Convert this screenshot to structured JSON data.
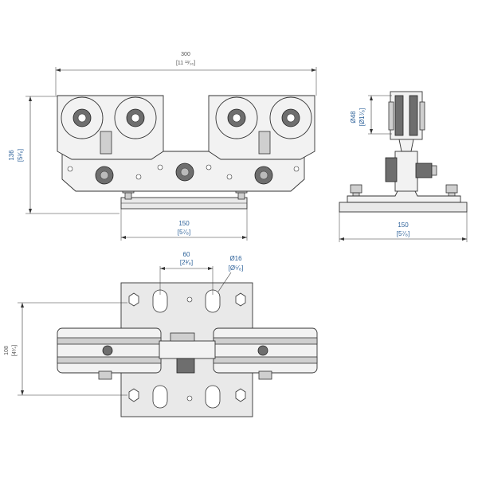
{
  "dimensions": {
    "front_width": {
      "mm": "300",
      "in": "[11 ¹³⁄₁₆]"
    },
    "front_height": {
      "mm": "136",
      "in": "[5³⁄₈]"
    },
    "front_plate_width": {
      "mm": "150",
      "in": "[5⁷⁄₈]"
    },
    "side_wheel_dia": {
      "mm": "Ø48",
      "in": "[Ø1⁷⁄₈]"
    },
    "side_plate_width": {
      "mm": "150",
      "in": "[5⁷⁄₈]"
    },
    "top_slot_spacing": {
      "mm": "60",
      "in": "[2³⁄₈]"
    },
    "top_hole_dia": {
      "mm": "Ø16",
      "in": "[Ø⁵⁄₈]"
    },
    "top_depth": {
      "mm": "108",
      "in": "[4¹⁄₄]"
    }
  },
  "colors": {
    "dimension_text": "#2a5f98",
    "line": "#333333"
  }
}
